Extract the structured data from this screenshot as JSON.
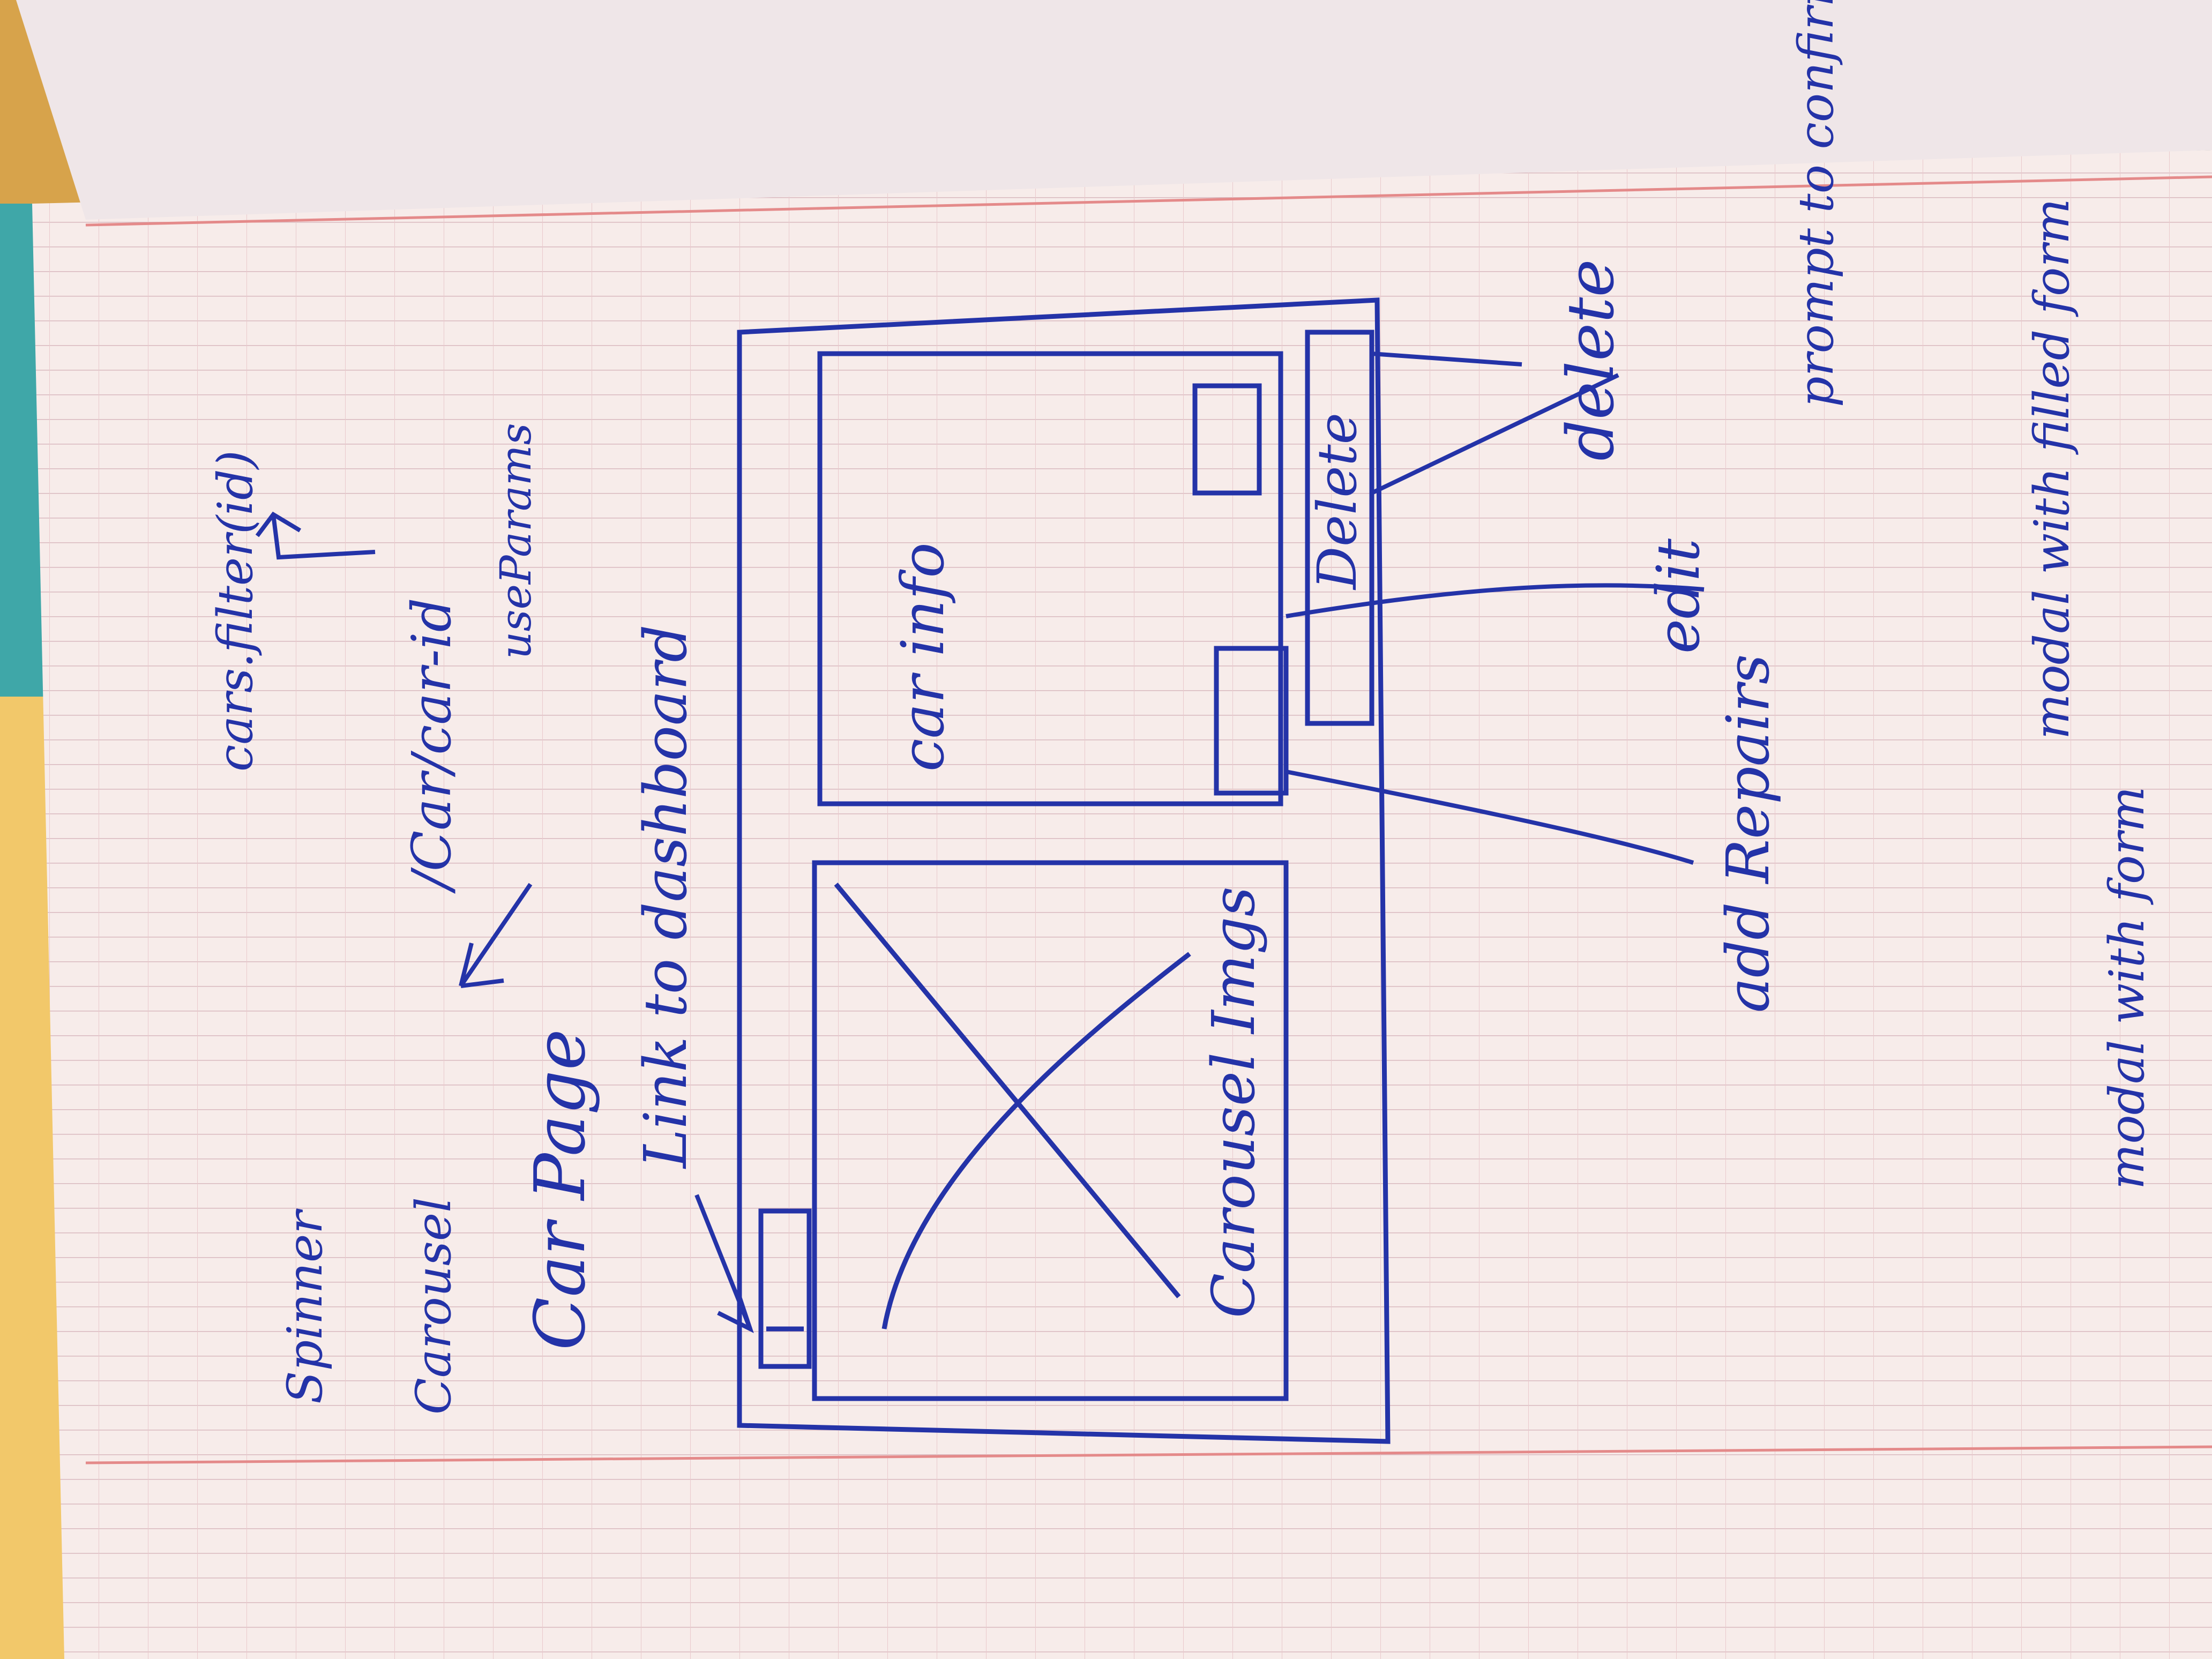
{
  "colors": {
    "paper": "#f7ecea",
    "grid_line": "#d9b9bf",
    "margin_line": "#e48a8a",
    "ink": "#2433a8",
    "desk_yellow": "#f2c86a",
    "desk_teal": "#3fa7a8"
  },
  "icons": {
    "arrow": "arrow-icon",
    "placeholder_cross": "image-placeholder-icon"
  },
  "notes": {
    "spinner": "Spinner",
    "carousel": "Carousel",
    "car_page": "Car Page",
    "route": "/Car/car-id",
    "use_params": "useParams",
    "cars_filter": "cars.filter(id)",
    "link_to_dashboard": "Link to dashboard",
    "carousel_imgs": "Carousel Imgs",
    "car_info": "car info",
    "delete_button": "Delete",
    "delete_note": "delete",
    "prompt_to_confirm": "prompt to confirm",
    "edit_note": "edit",
    "modal_with_filled_form": "modal with filled form",
    "add_repairs": "add Repairs",
    "modal_with_form": "modal with form"
  }
}
